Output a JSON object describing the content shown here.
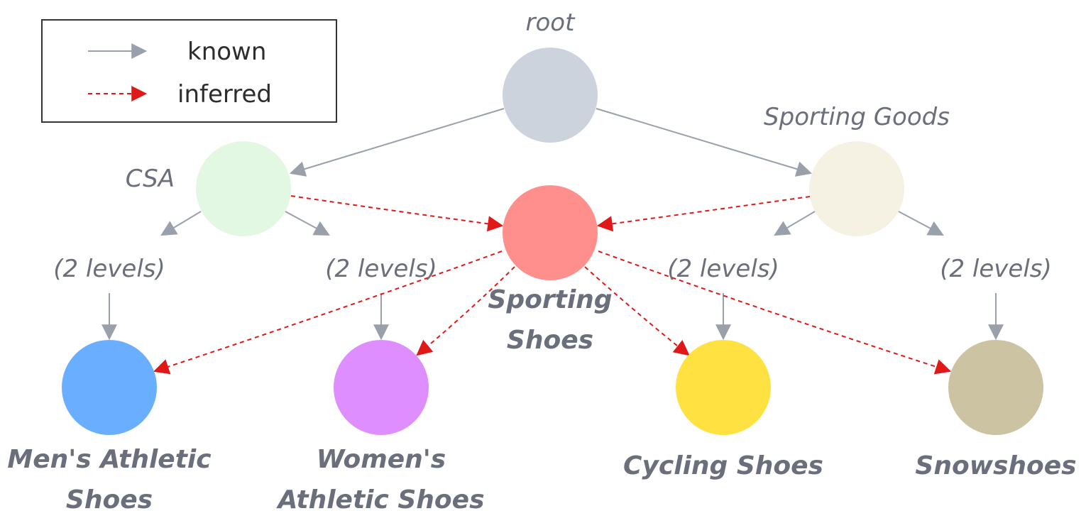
{
  "legend": {
    "known_label": "known",
    "inferred_label": "inferred"
  },
  "colors": {
    "known_edge": "#9aa0aa",
    "inferred_edge": "#e01818",
    "label_text": "#6b6f7b"
  },
  "nodes": {
    "root": {
      "label": "root",
      "color": "#cdd3dc"
    },
    "csa": {
      "label": "CSA",
      "color": "#e3f8e3"
    },
    "sporting_goods": {
      "label": "Sporting Goods",
      "color": "#f5f2e3"
    },
    "sporting_shoes": {
      "label_line1": "Sporting",
      "label_line2": "Shoes",
      "color": "#ff8f8c"
    },
    "mens": {
      "label_line1": "Men's Athletic",
      "label_line2": "Shoes",
      "color": "#6aafff"
    },
    "womens": {
      "label_line1": "Women's",
      "label_line2": "Athletic Shoes",
      "color": "#de8eff"
    },
    "cycling": {
      "label": "Cycling Shoes",
      "color": "#ffe241"
    },
    "snowshoes": {
      "label": "Snowshoes",
      "color": "#ccc3a3"
    }
  },
  "levels": {
    "csa_left": "(2 levels)",
    "csa_right": "(2 levels)",
    "sg_left": "(2 levels)",
    "sg_right": "(2 levels)"
  }
}
